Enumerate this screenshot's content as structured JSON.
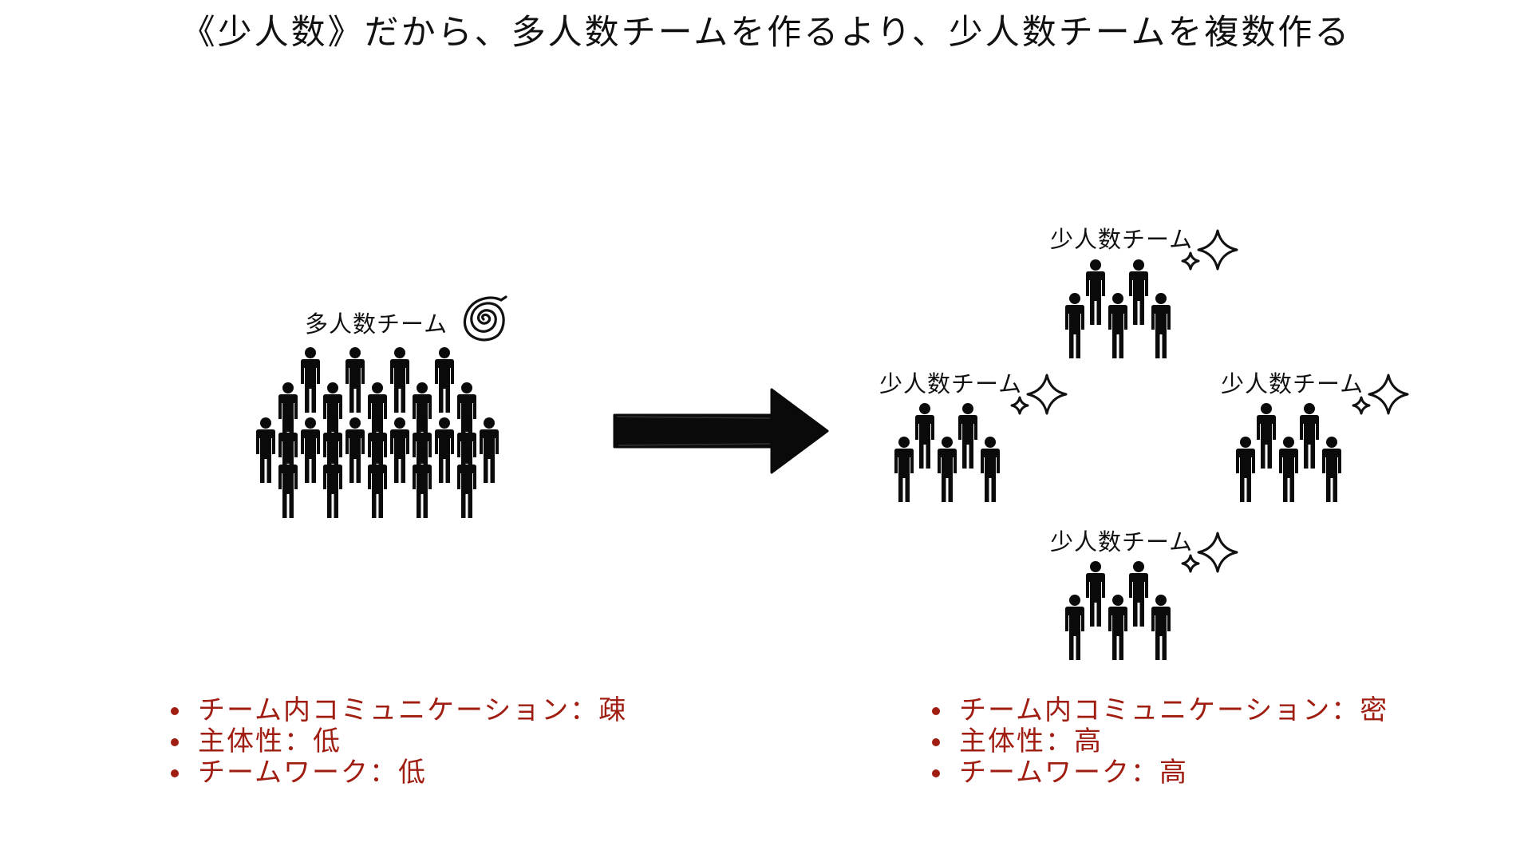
{
  "title": "《少人数》だから、多人数チームを作るより、少人数チームを複数作る",
  "left": {
    "label": "多人数チーム",
    "bullets": [
      "チーム内コミュニケーション：疎",
      "主体性：低",
      "チームワーク：低"
    ]
  },
  "right": {
    "teams": [
      {
        "label": "少人数チーム"
      },
      {
        "label": "少人数チーム"
      },
      {
        "label": "少人数チーム"
      },
      {
        "label": "少人数チーム"
      }
    ],
    "bullets": [
      "チーム内コミュニケーション：密",
      "主体性：高",
      "チームワーク：高"
    ]
  },
  "icons": {
    "person": "person-icon",
    "arrow": "right-arrow-icon",
    "confusion": "spiral-confusion-icon",
    "sparkle": "sparkle-icon"
  },
  "colors": {
    "text": "#111111",
    "bullet_text": "#a01d12",
    "figure": "#0a0a0a"
  }
}
